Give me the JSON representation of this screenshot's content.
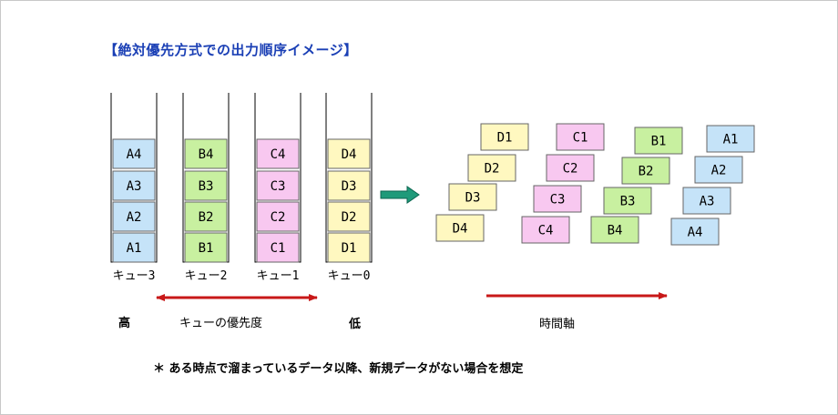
{
  "title": "【絶対優先方式での出力順序イメージ】",
  "queues": [
    {
      "label": "キュー3",
      "items": [
        "A4",
        "A3",
        "A2",
        "A1"
      ],
      "color": "#c5e3f8"
    },
    {
      "label": "キュー2",
      "items": [
        "B4",
        "B3",
        "B2",
        "B1"
      ],
      "color": "#c8f0a0"
    },
    {
      "label": "キュー1",
      "items": [
        "C4",
        "C3",
        "C2",
        "C1"
      ],
      "color": "#f8c8f0"
    },
    {
      "label": "キュー0",
      "items": [
        "D4",
        "D3",
        "D2",
        "D1"
      ],
      "color": "#fff8c0"
    }
  ],
  "output": [
    {
      "items": [
        "D1",
        "D2",
        "D3",
        "D4"
      ],
      "color": "#fff8c0"
    },
    {
      "items": [
        "C1",
        "C2",
        "C3",
        "C4"
      ],
      "color": "#f8c8f0"
    },
    {
      "items": [
        "B1",
        "B2",
        "B3",
        "B4"
      ],
      "color": "#c8f0a0"
    },
    {
      "items": [
        "A1",
        "A2",
        "A3",
        "A4"
      ],
      "color": "#c5e3f8"
    }
  ],
  "priority_axis": {
    "high": "高",
    "label": "キューの優先度",
    "low": "低"
  },
  "time_axis": {
    "label": "時間軸"
  },
  "footnote": "＊ ある時点で溜まっているデータ以降、新規データがない場合を想定",
  "colors": {
    "title": "#1a3fb5",
    "axis_arrow": "#c81818",
    "flow_arrow": "#1f9a7a"
  }
}
